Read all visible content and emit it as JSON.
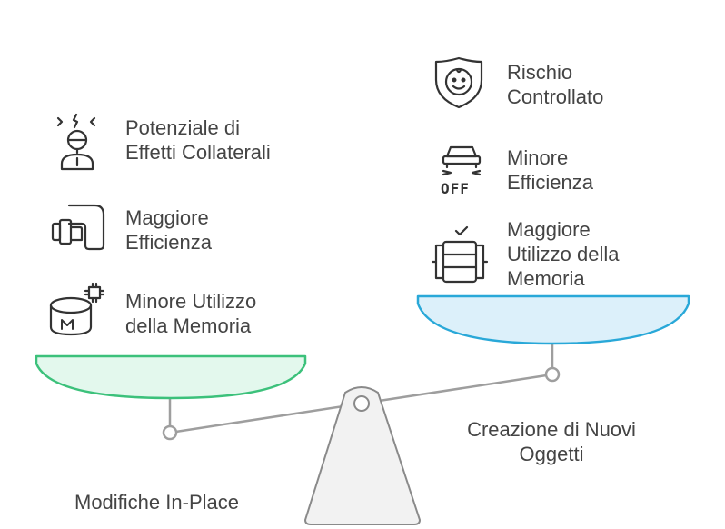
{
  "left_side": {
    "label": "Modifiche In-Place",
    "color": "#3cc17b",
    "items": [
      {
        "icon": "alarm-person-icon",
        "text": "Potenziale di\nEffetti Collaterali"
      },
      {
        "icon": "pipe-icon",
        "text": "Maggiore\nEfficienza"
      },
      {
        "icon": "memory-chip-icon",
        "text": "Minore Utilizzo\ndella Memoria"
      }
    ]
  },
  "right_side": {
    "label": "Creazione di Nuovi\nOggetti",
    "color": "#29a8d8",
    "items": [
      {
        "icon": "shield-face-icon",
        "text": "Rischio\nControllato"
      },
      {
        "icon": "car-off-icon",
        "text": "Minore\nEfficienza",
        "icon_text": "OFF"
      },
      {
        "icon": "server-check-icon",
        "text": "Maggiore\nUtilizzo della\nMemoria"
      }
    ]
  }
}
